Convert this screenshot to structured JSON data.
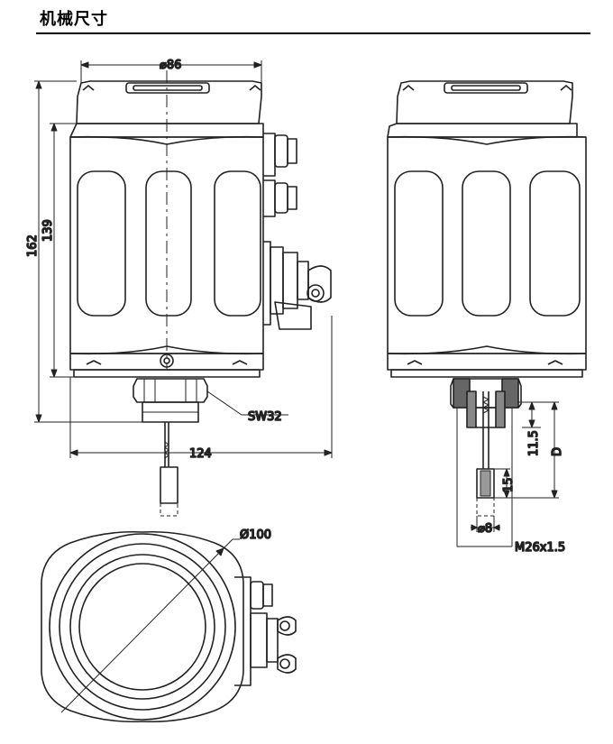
{
  "header": {
    "title": "机械尺寸"
  },
  "dimensions": {
    "width_top": "⌀86",
    "height_total": "162",
    "height_body": "139",
    "width_total": "124",
    "wrench": "SW32",
    "diameter_bottom": "Ø100",
    "depth_a": "11.5",
    "depth_d": "D",
    "length_15": "15",
    "probe_dia": "⌀8",
    "thread": "M26x1.5"
  }
}
